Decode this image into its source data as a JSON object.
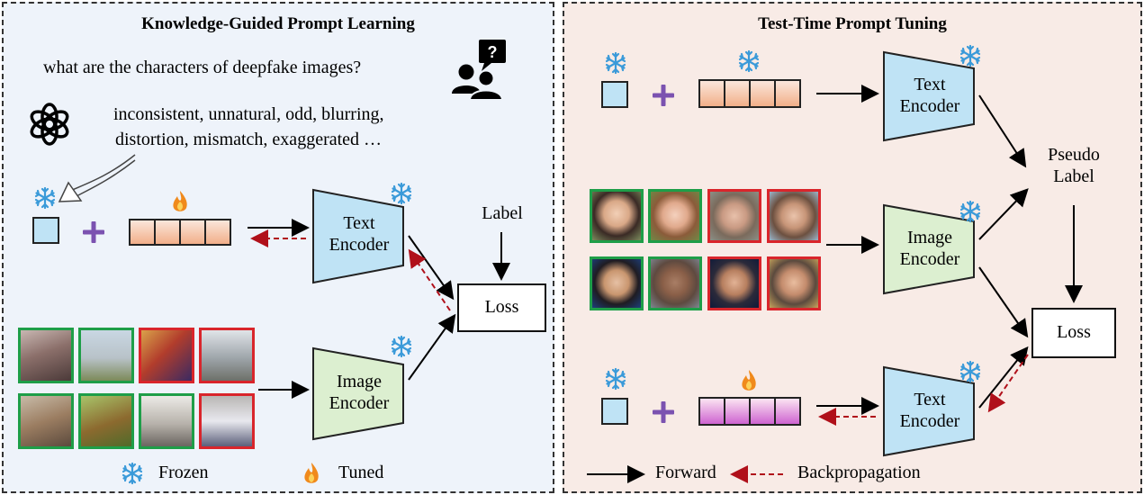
{
  "left": {
    "title": "Knowledge-Guided Prompt Learning",
    "question": "what are the characters of deepfake images?",
    "answer_line1": "inconsistent, unnatural, odd, blurring,",
    "answer_line2": "distortion, mismatch, exaggerated …",
    "text_encoder": [
      "Text",
      "Encoder"
    ],
    "image_encoder": [
      "Image",
      "Encoder"
    ],
    "label": "Label",
    "loss": "Loss",
    "legend_frozen": "Frozen",
    "legend_tuned": "Tuned",
    "images_top": [
      "real",
      "real",
      "fake",
      "fake"
    ],
    "images_bottom": [
      "real",
      "real",
      "real",
      "fake"
    ]
  },
  "right": {
    "title": "Test-Time Prompt Tuning",
    "text_encoder": [
      "Text",
      "Encoder"
    ],
    "image_encoder": [
      "Image",
      "Encoder"
    ],
    "pseudo_label": [
      "Pseudo",
      "Label"
    ],
    "loss": "Loss",
    "legend_forward": "Forward",
    "legend_backprop": "Backpropagation",
    "faces_top": [
      "real",
      "real",
      "fake",
      "fake"
    ],
    "faces_bottom": [
      "real",
      "real",
      "fake",
      "fake"
    ]
  },
  "colors": {
    "real_border": "#1e9e48",
    "fake_border": "#d9252b",
    "text_encoder_fill": "#bfe3f5",
    "image_encoder_fill": "#dcefd0",
    "backprop_arrow": "#b0101a",
    "plus": "#7b52b0"
  },
  "icons": [
    "snowflake-icon",
    "flame-icon",
    "openai-logo-icon",
    "people-question-icon"
  ]
}
